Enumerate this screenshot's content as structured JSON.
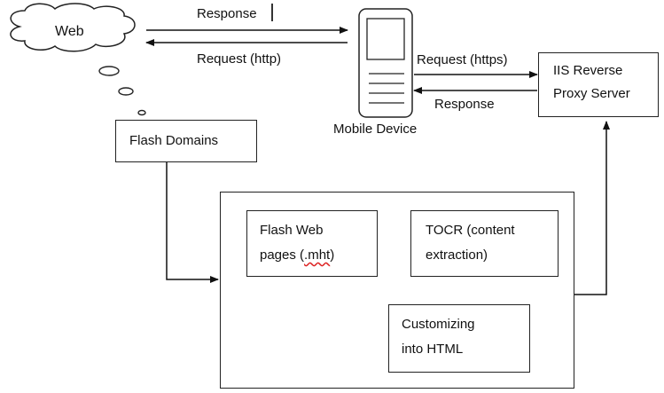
{
  "nodes": {
    "web": "Web",
    "mobile_device": "Mobile Device",
    "iis_proxy": [
      "IIS Reverse",
      "Proxy Server"
    ],
    "flash_domains": "Flash Domains",
    "flash_pages": [
      "Flash Web",
      "pages (",
      ".mht",
      ")"
    ],
    "tocr": [
      "TOCR (content",
      "extraction)"
    ],
    "customizing": [
      "Customizing",
      "into HTML"
    ]
  },
  "edges": {
    "response_top": "Response",
    "request_http": "Request (http)",
    "request_https": "Request (https)",
    "response_right": "Response"
  }
}
